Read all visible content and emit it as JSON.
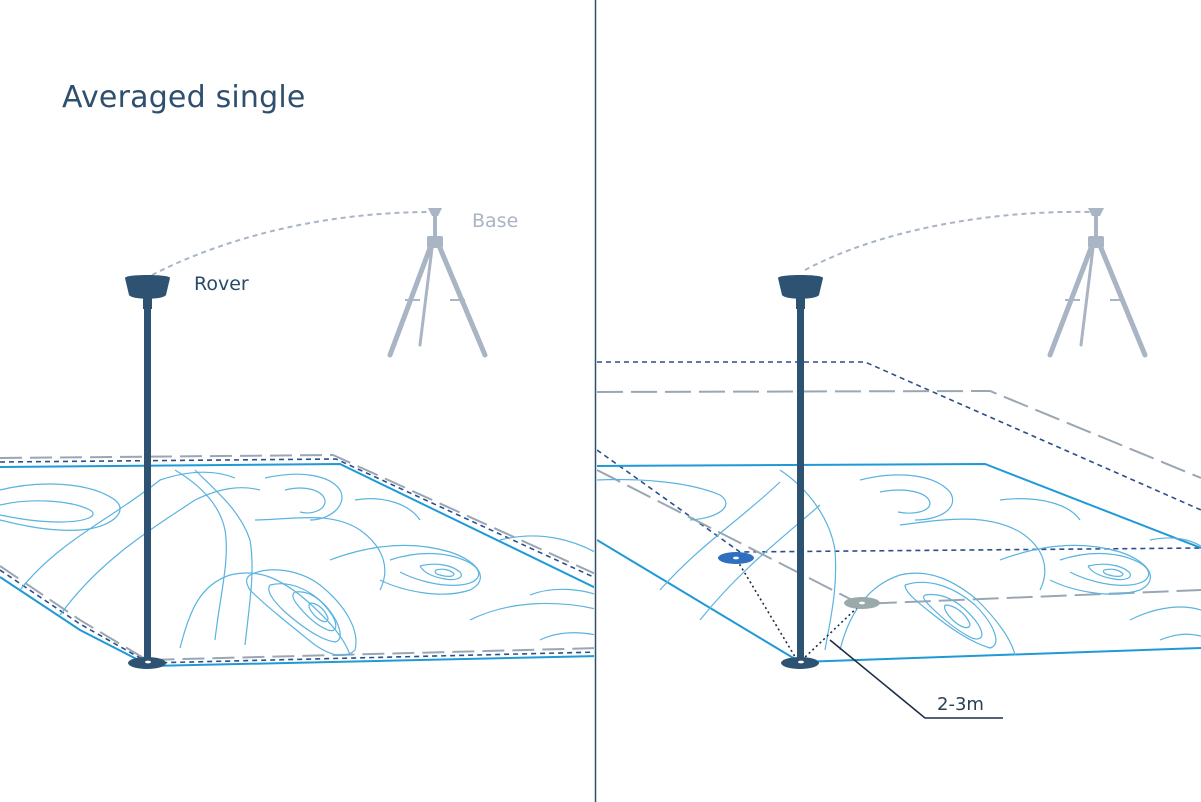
{
  "title": "Averaged single",
  "labels": {
    "rover": "Rover",
    "base": "Base",
    "distance": "2-3m"
  },
  "colors": {
    "title": "#2f4f6e",
    "pole": "#2e5272",
    "base_equipment": "#a9b4c4",
    "contour": "#5bb3e0",
    "plane_edge": "#1f9ad6",
    "dashed_dark": "#2b4f8c",
    "dashed_gray": "#9aa7b3",
    "divider": "#2f4f6e",
    "fix_point_blue": "#2f6fbf",
    "fix_point_gray": "#9aa9a9"
  },
  "icons": {
    "rover_antenna": "gnss-antenna-icon",
    "base_tripod": "tripod-icon"
  }
}
